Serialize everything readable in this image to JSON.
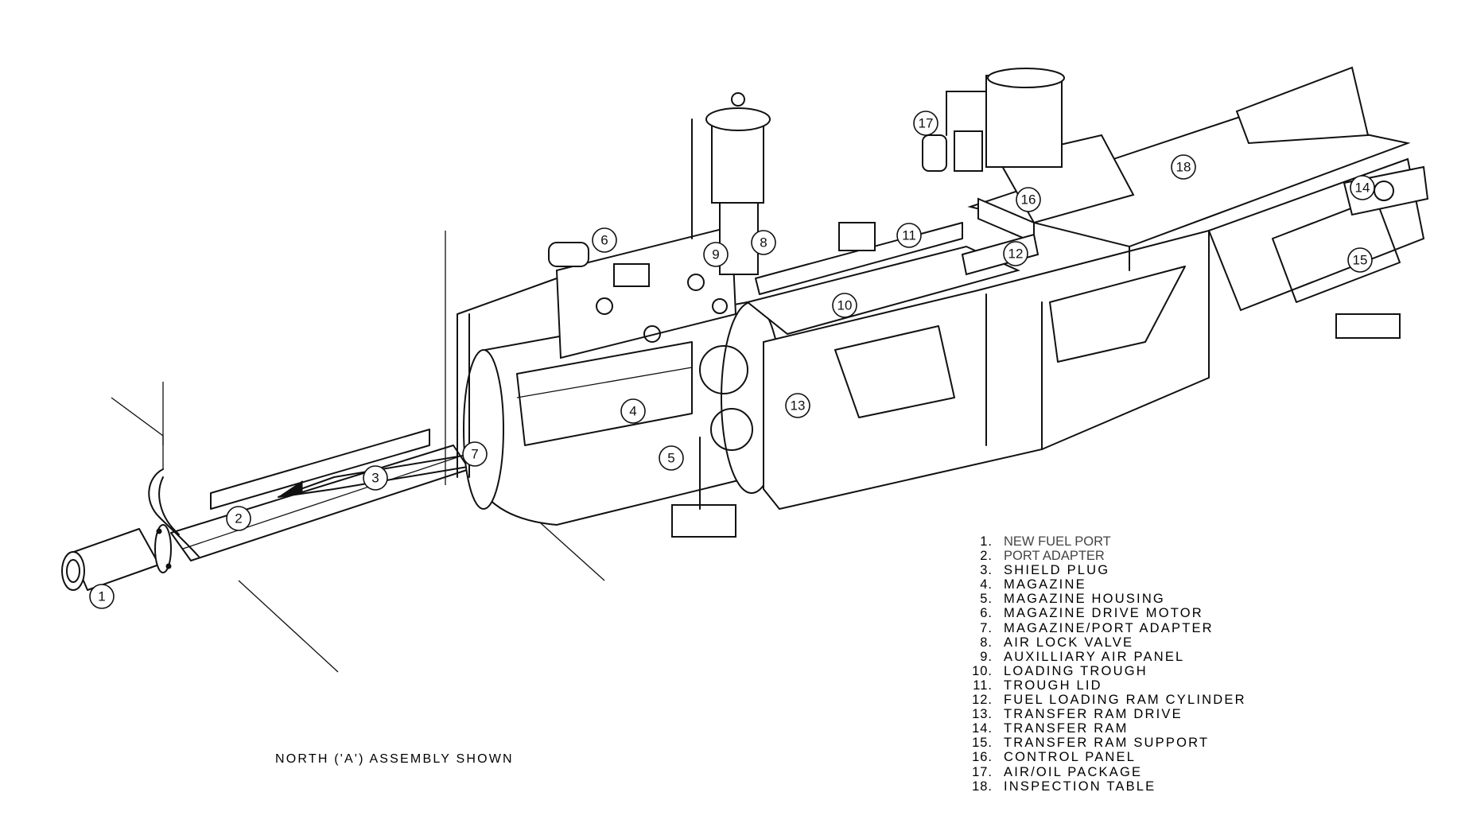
{
  "caption": "NORTH ('A') ASSEMBLY SHOWN",
  "legend": [
    {
      "num": "1.",
      "label": "NEW FUEL PORT"
    },
    {
      "num": "2.",
      "label": "PORT ADAPTER"
    },
    {
      "num": "3.",
      "label": "SHIELD PLUG"
    },
    {
      "num": "4.",
      "label": "MAGAZINE"
    },
    {
      "num": "5.",
      "label": "MAGAZINE HOUSING"
    },
    {
      "num": "6.",
      "label": "MAGAZINE DRIVE MOTOR"
    },
    {
      "num": "7.",
      "label": "MAGAZINE/PORT ADAPTER"
    },
    {
      "num": "8.",
      "label": "AIR LOCK VALVE"
    },
    {
      "num": "9.",
      "label": "AUXILLIARY AIR PANEL"
    },
    {
      "num": "10.",
      "label": "LOADING TROUGH"
    },
    {
      "num": "11.",
      "label": "TROUGH LID"
    },
    {
      "num": "12.",
      "label": "FUEL LOADING RAM CYLINDER"
    },
    {
      "num": "13.",
      "label": "TRANSFER RAM DRIVE"
    },
    {
      "num": "14.",
      "label": "TRANSFER RAM"
    },
    {
      "num": "15.",
      "label": "TRANSFER RAM SUPPORT"
    },
    {
      "num": "16.",
      "label": "CONTROL PANEL"
    },
    {
      "num": "17.",
      "label": "AIR/OIL PACKAGE"
    },
    {
      "num": "18.",
      "label": "INSPECTION TABLE"
    }
  ],
  "callouts": [
    "1",
    "2",
    "3",
    "4",
    "5",
    "6",
    "7",
    "8",
    "9",
    "10",
    "11",
    "12",
    "13",
    "14",
    "15",
    "16",
    "17",
    "18"
  ]
}
